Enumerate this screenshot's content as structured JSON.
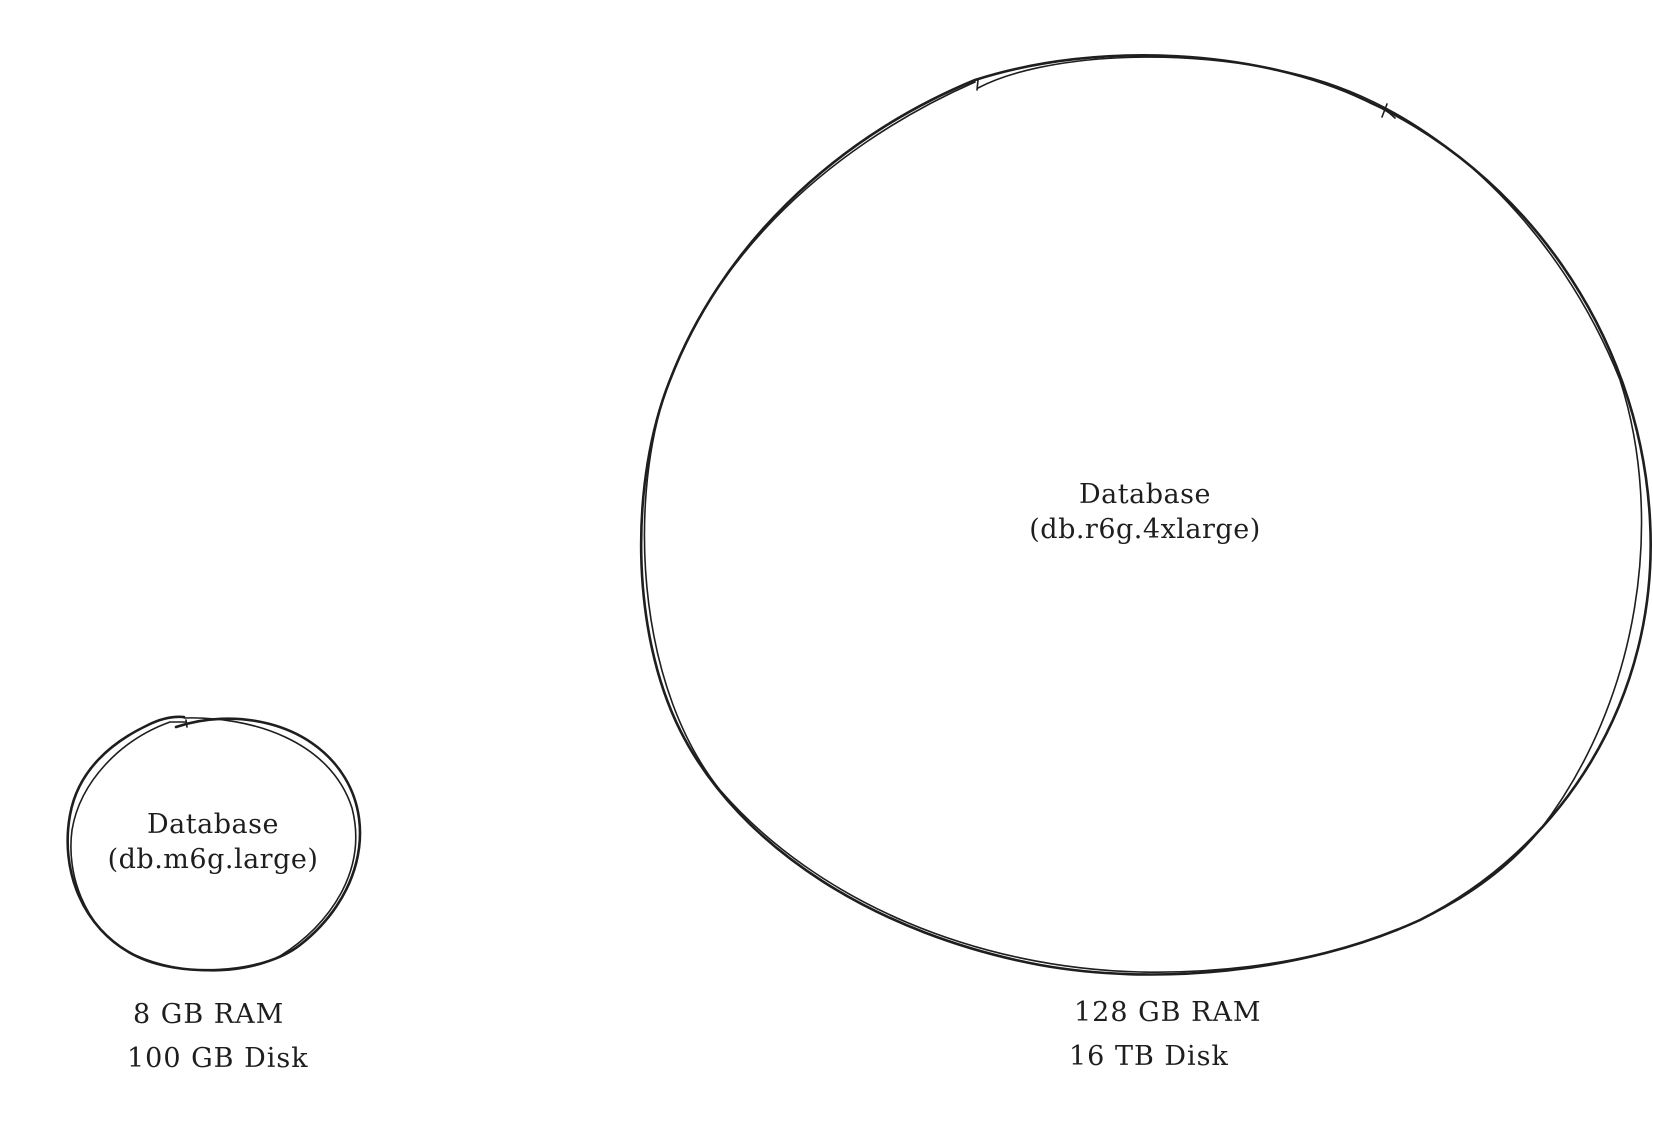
{
  "diagram": {
    "nodes": [
      {
        "id": "small-db",
        "shape": "circle",
        "label_line1": "Database",
        "label_line2": "(db.m6g.large)",
        "ram": "8 GB RAM",
        "disk": "100 GB Disk"
      },
      {
        "id": "large-db",
        "shape": "circle",
        "label_line1": "Database",
        "label_line2": "(db.r6g.4xlarge)",
        "ram": "128 GB RAM",
        "disk": "16 TB Disk"
      }
    ],
    "colors": {
      "stroke": "#1e1e1e",
      "text": "#1e1e1e",
      "background": "#ffffff"
    }
  }
}
